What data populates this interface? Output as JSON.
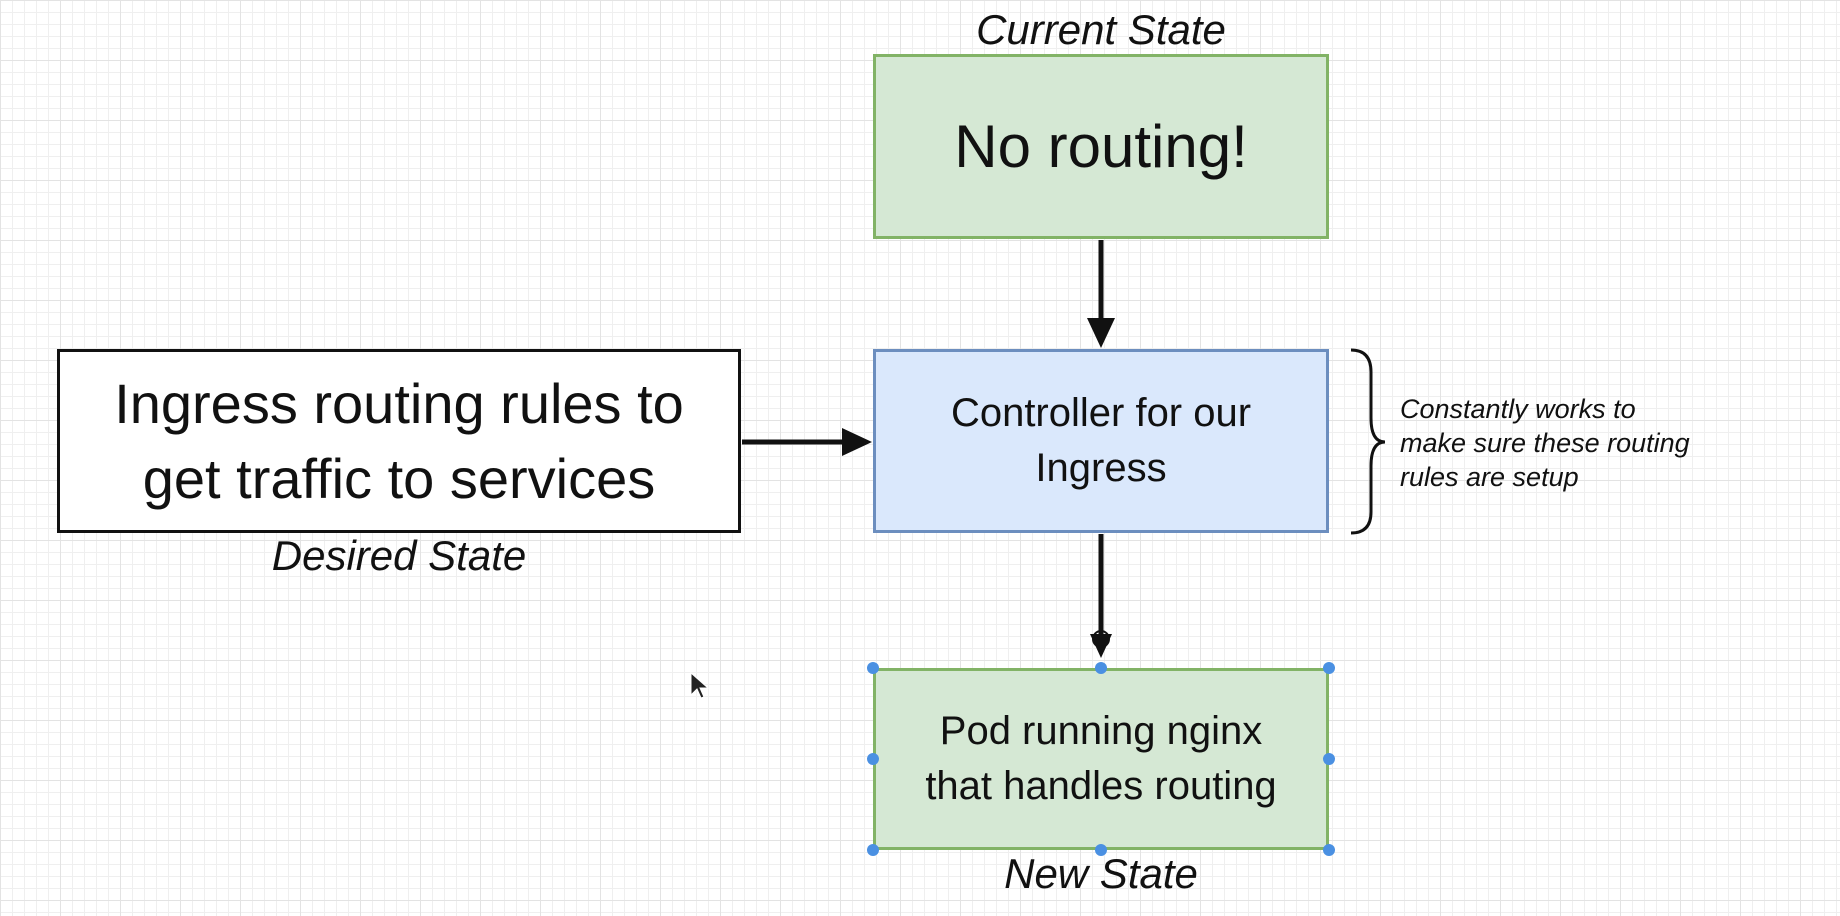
{
  "diagram": {
    "current_state": {
      "label": "Current State",
      "box_text": "No routing!"
    },
    "controller": {
      "box_text_line1": "Controller for our",
      "box_text_line2": "Ingress"
    },
    "desired_state": {
      "label": "Desired State",
      "box_text_line1": "Ingress routing rules to",
      "box_text_line2": "get traffic to services"
    },
    "new_state": {
      "label": "New State",
      "box_text_line1": "Pod running nginx",
      "box_text_line2": "that handles routing"
    },
    "annotation": {
      "line1": "Constantly works to",
      "line2": "make sure these routing",
      "line3": "rules are setup"
    }
  },
  "colors": {
    "green_fill": "#d5e8d4",
    "green_stroke": "#82b366",
    "blue_fill": "#dae8fc",
    "blue_stroke": "#6c8ebf",
    "selection_handle": "#4a90e2"
  }
}
